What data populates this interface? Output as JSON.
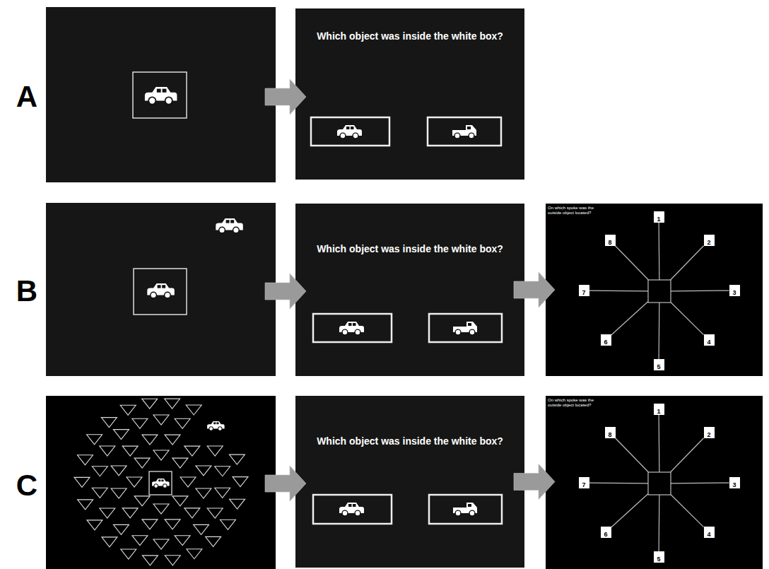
{
  "diagram": {
    "nodes": [
      {
        "text": [
          "Which object was inside the white box?"
        ]
      },
      {
        "text": [
          "Which object was inside the white box?"
        ]
      },
      {
        "text": [
          "On which spoke was the outside object located?"
        ]
      },
      {
        "text": [
          "1"
        ],
        "in": 2
      },
      {
        "text": [
          "2"
        ],
        "in": 2
      },
      {
        "text": [
          "3"
        ],
        "in": 2
      },
      {
        "text": [
          "4"
        ],
        "in": 2
      },
      {
        "text": [
          "5"
        ],
        "in": 2
      },
      {
        "text": [
          "6"
        ],
        "in": 2
      },
      {
        "text": [
          "7"
        ],
        "in": 2
      },
      {
        "text": [
          "8"
        ],
        "in": 2
      },
      {
        "text": [
          "Which object was inside the white box?"
        ]
      },
      {
        "text": [
          "On which spoke was the outside object located?"
        ]
      },
      {
        "text": [
          "1"
        ],
        "in": 12
      },
      {
        "text": [
          "2"
        ],
        "in": 12
      },
      {
        "text": [
          "3"
        ],
        "in": 12
      },
      {
        "text": [
          "4"
        ],
        "in": 12
      },
      {
        "text": [
          "5"
        ],
        "in": 12
      },
      {
        "text": [
          "6"
        ],
        "in": 12
      },
      {
        "text": [
          "7"
        ],
        "in": 12
      },
      {
        "text": [
          "8"
        ],
        "in": 12
      }
    ],
    "edges": [
      {
        "from": 1,
        "to": 2,
        "arrow": "to"
      },
      {
        "from": 11,
        "to": 12,
        "arrow": "to"
      }
    ],
    "labels": [
      "A",
      "B",
      "C"
    ]
  }
}
